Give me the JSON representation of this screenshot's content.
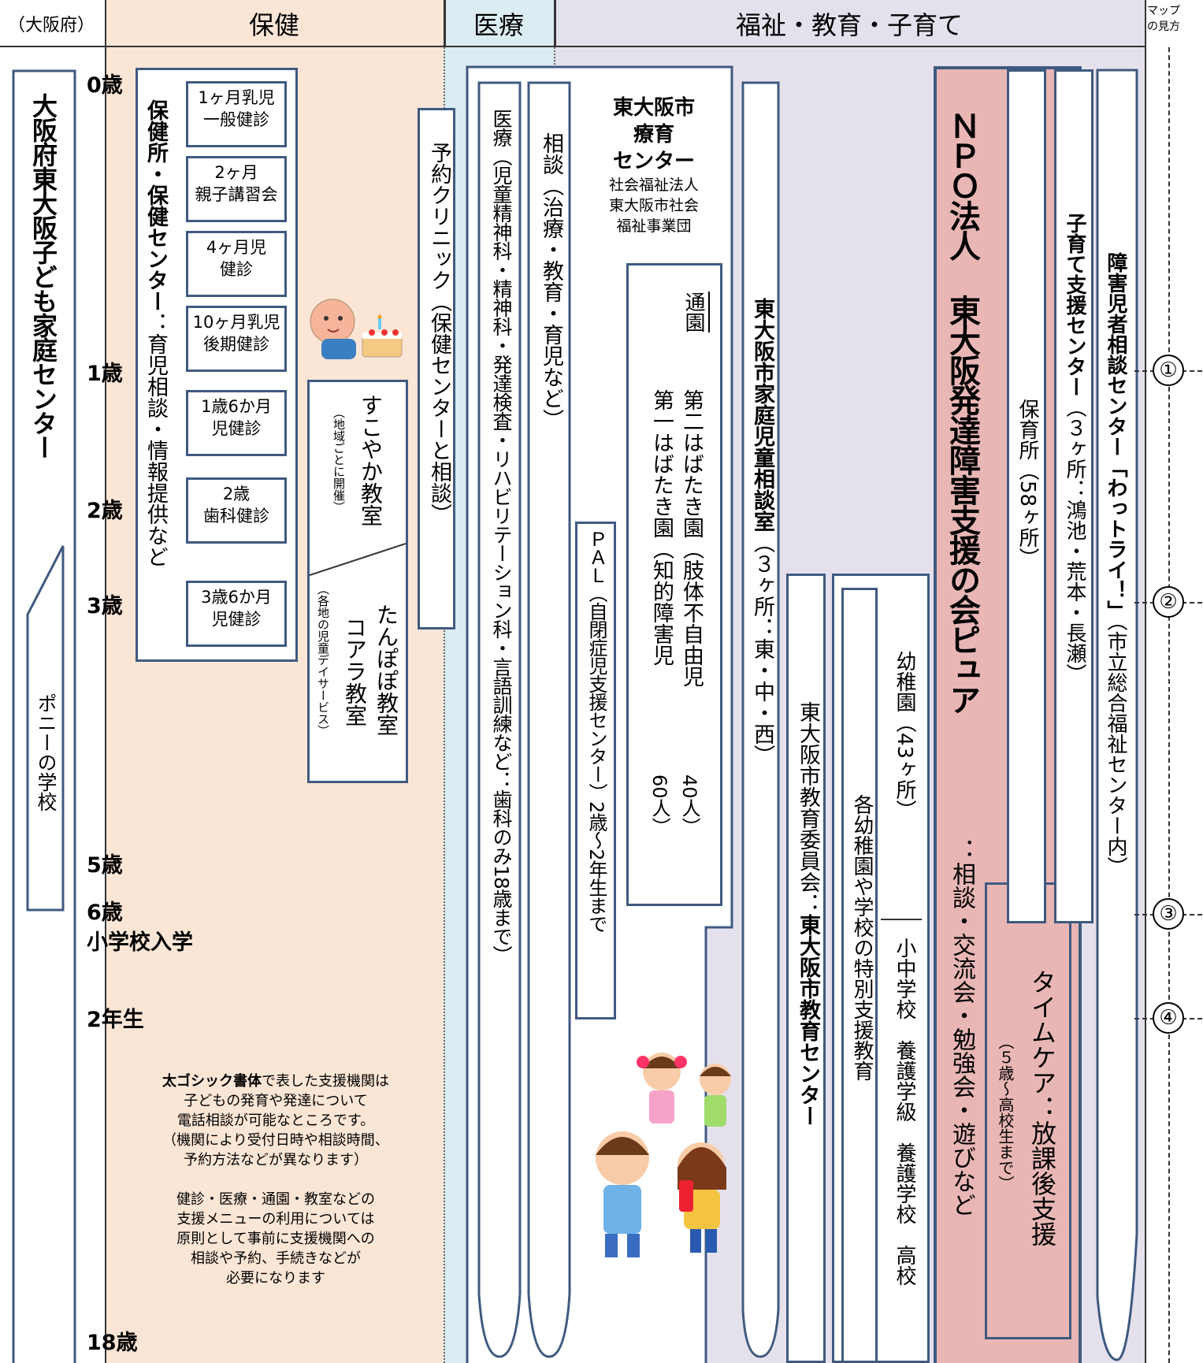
{
  "header": {
    "prefecture": "（大阪府）",
    "hoken": "保健",
    "iryo": "医療",
    "fukushi": "福祉・教育・子育て",
    "map_guide_1": "マップ",
    "map_guide_2": "の見方"
  },
  "ages": {
    "a0": "0歳",
    "a1": "1歳",
    "a2": "2歳",
    "a3": "3歳",
    "a5": "5歳",
    "a6": "6歳",
    "school_entry": "小学校入学",
    "grade2": "2年生",
    "a18": "18歳"
  },
  "osaka_center": "大阪府東大阪子ども家庭センター",
  "pony": "ポニーの学校",
  "hokensho": {
    "title": "保健所・保健センター",
    "desc": "：育児相談・情報提供など"
  },
  "checkups": [
    {
      "l1": "1ヶ月乳児",
      "l2": "一般健診"
    },
    {
      "l1": "2ヶ月",
      "l2": "親子講習会"
    },
    {
      "l1": "4ヶ月児",
      "l2": "健診"
    },
    {
      "l1": "10ヶ月乳児",
      "l2": "後期健診"
    },
    {
      "l1": "1歳6か月",
      "l2": "児健診"
    },
    {
      "l1": "2歳",
      "l2": "歯科健診"
    },
    {
      "l1": "3歳6か月",
      "l2": "児健診"
    }
  ],
  "sukoyaka": {
    "title": "すこやか教室",
    "sub": "（地域ごとに開催）"
  },
  "tanpopo": {
    "l1": "たんぽぽ教室",
    "l2": "コアラ教室",
    "sub": "（各地の児童デイサービス）"
  },
  "yoyaku": "予約クリニック（保健センターと相談）",
  "iryo_box": "医療（児童精神科・精神科・発達検査・リハビリテーション科・言語訓練など：歯科のみ18歳まで）",
  "sodan_box": "相談（治療・教育・育児など）",
  "ryoiku": {
    "t1": "東大阪市",
    "t2": "療育",
    "t3": "センター",
    "s1": "社会福祉法人",
    "s2": "東大阪市社会",
    "s3": "福祉事業団"
  },
  "tsuen": {
    "label": "通園",
    "c1": "第二はばたき園（肢体不自由児",
    "c1n": "40人）",
    "c2": "第一はばたき園（知的障害児",
    "c2n": "60人）"
  },
  "pal": "ＰＡＬ（自閉症児支援センター）2歳～2年生まで",
  "katei_jido": {
    "title": "東大阪市家庭児童相談室",
    "sub": "（３ヶ所：東・中・西）"
  },
  "kyoiku": {
    "pre": "東大阪市教育委員会：",
    "bold": "東大阪市教育センター"
  },
  "tokubetsu": "各幼稚園や学校の特別支援教育",
  "yochien": "幼稚園（43ヶ所）",
  "school": "小中学校　養護学級　養護学校　高校",
  "npo": {
    "title": "ＮＰＯ法人 東大阪発達障害支援の会ピュア",
    "desc": "：相談・交流会・勉強会・遊びなど"
  },
  "timecare": {
    "title": "タイムケア：放課後支援",
    "sub": "（５歳～高校生まで）"
  },
  "hoikusho": "保育所（58ヶ所）",
  "kosodate": {
    "title": "子育て支援センター",
    "sub": "（３ヶ所：鴻池・荒本・長瀬）"
  },
  "shogai": {
    "title": "障害児者相談センター「わっトライ！」",
    "sub": "（市立総合福祉センター内）"
  },
  "markers": [
    "①",
    "②",
    "③",
    "④"
  ],
  "notes": {
    "bold": "太ゴシック書体",
    "p1a": "で表した支援機関は",
    "p1b": "子どもの発育や発達について",
    "p1c": "電話相談が可能なところです。",
    "p1d": "（機関により受付日時や相談時間、",
    "p1e": "予約方法などが異なります）",
    "p2a": "健診・医療・通園・教室などの",
    "p2b": "支援メニューの利用については",
    "p2c": "原則として事前に支援機関への",
    "p2d": "相談や予約、手続きなどが",
    "p2e": "必要になります"
  },
  "colors": {
    "hoken_bg": "#fbe6d6",
    "iryo_bg": "#dbecf2",
    "fukushi_bg": "#e5e1ec",
    "border": "#3f5a80",
    "npo_bg": "#e8b6b4"
  }
}
